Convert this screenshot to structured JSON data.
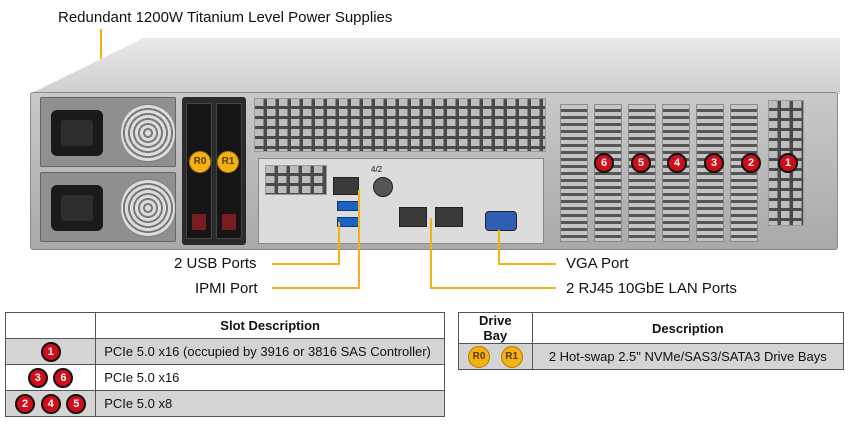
{
  "callouts": {
    "psu": "Redundant 1200W Titanium Level Power Supplies",
    "usb": "2 USB Ports",
    "ipmi": "IPMI Port",
    "vga": "VGA Port",
    "lan": "2 RJ45 10GbE LAN Ports"
  },
  "slot_badges": [
    "6",
    "5",
    "4",
    "3",
    "2",
    "1"
  ],
  "bay_badges": [
    "R0",
    "R1"
  ],
  "io_labels": {
    "io_small": "4/2"
  },
  "slot_table": {
    "header_blank": "",
    "header": "Slot Description",
    "rows": [
      {
        "badges": [
          "1"
        ],
        "desc": "PCIe 5.0 x16 (occupied by 3916 or 3816 SAS Controller)"
      },
      {
        "badges": [
          "3",
          "6"
        ],
        "desc": "PCIe 5.0 x16"
      },
      {
        "badges": [
          "2",
          "4",
          "5"
        ],
        "desc": "PCIe 5.0 x8"
      }
    ]
  },
  "bay_table": {
    "header_bay": "Drive Bay",
    "header_desc": "Description",
    "rows": [
      {
        "badges": [
          "R0",
          "R1"
        ],
        "desc": "2 Hot-swap 2.5\" NVMe/SAS3/SATA3 Drive Bays"
      }
    ]
  },
  "colors": {
    "accent": "#f3b112",
    "slot_badge": "#d20c18",
    "row_shade": "#d4d4d4"
  }
}
